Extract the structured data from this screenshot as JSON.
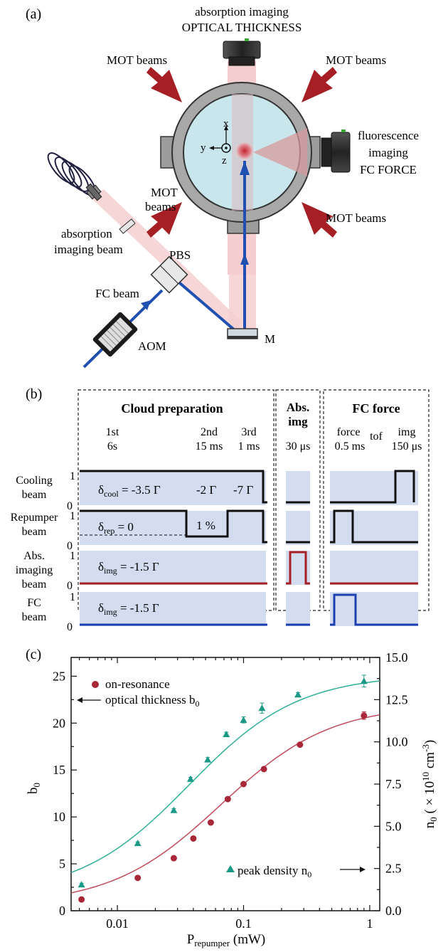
{
  "panel_a": {
    "label": "(a)",
    "abs_cam_line1": "absorption imaging",
    "abs_cam_line2": "OPTICAL THICKNESS",
    "mot_tl": "MOT beams",
    "mot_tr": "MOT beams",
    "mot_ml_1": "MOT",
    "mot_ml_2": "beams",
    "mot_br": "MOT beams",
    "fluo_1": "fluorescence",
    "fluo_2": "imaging",
    "fluo_3": "FC FORCE",
    "abs_beam_1": "absorption",
    "abs_beam_2": "imaging beam",
    "pbs": "PBS",
    "fc_beam": "FC beam",
    "aom": "AOM",
    "mirror": "M",
    "axis_x": "x",
    "axis_y": "y",
    "axis_z": "z",
    "colors": {
      "mot": "#a51f24",
      "fc": "#1f4fb0",
      "pink": "#f2c6c6",
      "cell": "#c9e6ec"
    }
  },
  "panel_b": {
    "label": "(b)",
    "sec1_title": "Cloud preparation",
    "sec2_title_1": "Abs.",
    "sec2_title_2": "img",
    "sec3_title": "FC force",
    "stage_1st_a": "1st",
    "stage_1st_b": "6s",
    "stage_2nd_a": "2nd",
    "stage_2nd_b": "15 ms",
    "stage_3rd_a": "3rd",
    "stage_3rd_b": "1 ms",
    "abs_dur": "30 μs",
    "force_a": "force",
    "force_b": "0.5 ms",
    "tof": "tof",
    "img_a": "img",
    "img_b": "150 μs",
    "row1_a": "Cooling",
    "row1_b": "beam",
    "row2_a": "Repumper",
    "row2_b": "beam",
    "row3_a": "Abs.",
    "row3_b": "imaging",
    "row3_c": "beam",
    "row4_a": "FC",
    "row4_b": "beam",
    "one": "1",
    "zero": "0",
    "cool_det": "δ",
    "cool_sub": "cool",
    "cool_val": " = -3.5 Γ",
    "cool_2": "-2 Γ",
    "cool_3": "-7 Γ",
    "rep_det": "δ",
    "rep_sub": "rep",
    "rep_val": " = 0",
    "rep_pct": "1 %",
    "img_det": "δ",
    "img_sub": "img",
    "img_val": " = -1.5 Γ",
    "fc_det": "δ",
    "fc_sub": "img",
    "fc_val": " = -1.5 Γ",
    "colors": {
      "band": "#d3ddef",
      "red": "#a51f24",
      "blue": "#1f3fb0"
    }
  },
  "panel_c": {
    "label": "(c)",
    "legend_b0_1": "on-resonance",
    "legend_b0_2": "optical thickness b",
    "legend_b0_sub": "0",
    "legend_n0": "peak density n",
    "legend_n0_sub": "0",
    "ylabel_left": "b",
    "ylabel_left_sub": "0",
    "ylabel_right": "n",
    "ylabel_right_sub": "0",
    "ylabel_right_rest": " ( × 10",
    "ylabel_right_exp": "10",
    "ylabel_right_unit": " cm",
    "ylabel_right_unitexp": "-3",
    "ylabel_right_close": ")",
    "xlabel": "P",
    "xlabel_sub": "repumper",
    "xlabel_unit": " (mW)"
  },
  "chart_data": {
    "type": "scatter",
    "x_scale": "log",
    "xlim": [
      0.0043,
      1.2
    ],
    "ylim_left": [
      0,
      27
    ],
    "ylim_right": [
      0,
      15
    ],
    "x_ticks": [
      "0.01",
      "0.1",
      "1"
    ],
    "y_ticks_left": [
      "0",
      "5",
      "10",
      "15",
      "20",
      "25"
    ],
    "y_ticks_right": [
      "0.0",
      "2.5",
      "5.0",
      "7.5",
      "10.0",
      "12.5",
      "15.0"
    ],
    "series": [
      {
        "name": "on-resonance optical thickness b0",
        "axis": "left",
        "marker": "circle",
        "color": "#a8283a",
        "fit_color": "#c04a5a",
        "points": [
          [
            0.0052,
            1.2
          ],
          [
            0.0145,
            3.5
          ],
          [
            0.028,
            5.6
          ],
          [
            0.04,
            7.7
          ],
          [
            0.055,
            9.4
          ],
          [
            0.075,
            11.9
          ],
          [
            0.1,
            13.5
          ],
          [
            0.145,
            15.1
          ],
          [
            0.28,
            17.7
          ],
          [
            0.9,
            20.8
          ]
        ],
        "errors": [
          0.1,
          0.1,
          0.1,
          0.1,
          0.1,
          0.1,
          0.1,
          0.2,
          0.2,
          0.4
        ]
      },
      {
        "name": "peak density n0",
        "axis": "right",
        "marker": "triangle",
        "color": "#1a9a86",
        "fit_color": "#2fae98",
        "points": [
          [
            0.0052,
            1.55
          ],
          [
            0.0145,
            4.0
          ],
          [
            0.028,
            5.95
          ],
          [
            0.038,
            7.8
          ],
          [
            0.052,
            8.95
          ],
          [
            0.073,
            10.45
          ],
          [
            0.1,
            11.3
          ],
          [
            0.14,
            12.0
          ],
          [
            0.27,
            12.8
          ],
          [
            0.9,
            13.6
          ]
        ],
        "errors": [
          0.08,
          0.08,
          0.1,
          0.1,
          0.12,
          0.12,
          0.18,
          0.3,
          0.12,
          0.35
        ]
      }
    ],
    "fits": [
      {
        "axis": "left",
        "model": "A*x/(x+c)",
        "A": 22.0,
        "c": 0.066,
        "offset": 0.6
      },
      {
        "axis": "right",
        "model": "A*x/(x+c)",
        "A": 14.0,
        "c": 0.037,
        "offset": 0.9
      }
    ]
  }
}
